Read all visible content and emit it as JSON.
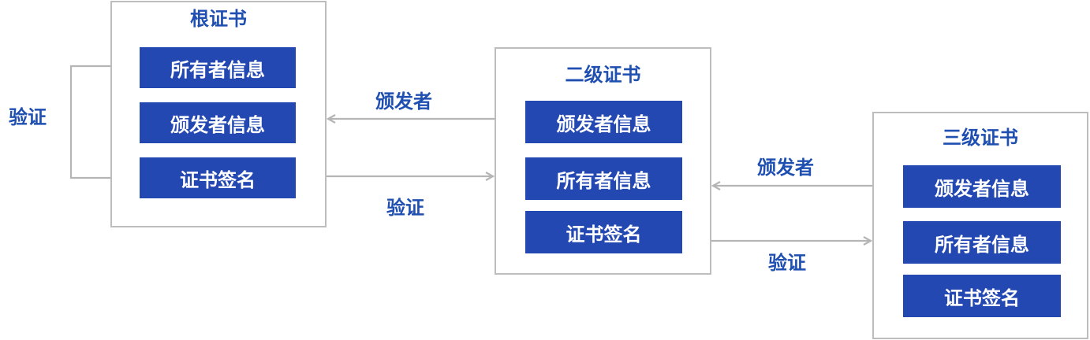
{
  "root_cert": {
    "title": "根证书",
    "fields": [
      "所有者信息",
      "颁发者信息",
      "证书签名"
    ]
  },
  "intermediate_cert": {
    "title": "二级证书",
    "fields": [
      "颁发者信息",
      "所有者信息",
      "证书签名"
    ]
  },
  "leaf_cert": {
    "title": "三级证书",
    "fields": [
      "颁发者信息",
      "所有者信息",
      "证书签名"
    ]
  },
  "edge_labels": {
    "root_self_verify": "验证",
    "intermediate_issuer": "颁发者",
    "intermediate_verify": "验证",
    "leaf_issuer": "颁发者",
    "leaf_verify": "验证"
  },
  "colors": {
    "box_border": "#bdbdbd",
    "field_fill": "#2448b2",
    "field_text": "#ffffff",
    "label_text": "#1f4fb0",
    "arrow": "#b5b5b5"
  }
}
